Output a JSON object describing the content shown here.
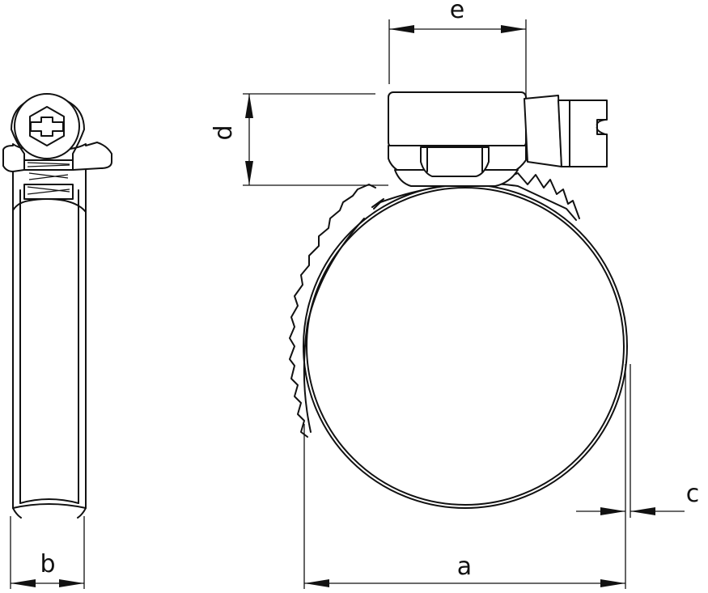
{
  "drawing": {
    "labels": {
      "a": "a",
      "b": "b",
      "c": "c",
      "d": "d",
      "e": "e"
    }
  }
}
